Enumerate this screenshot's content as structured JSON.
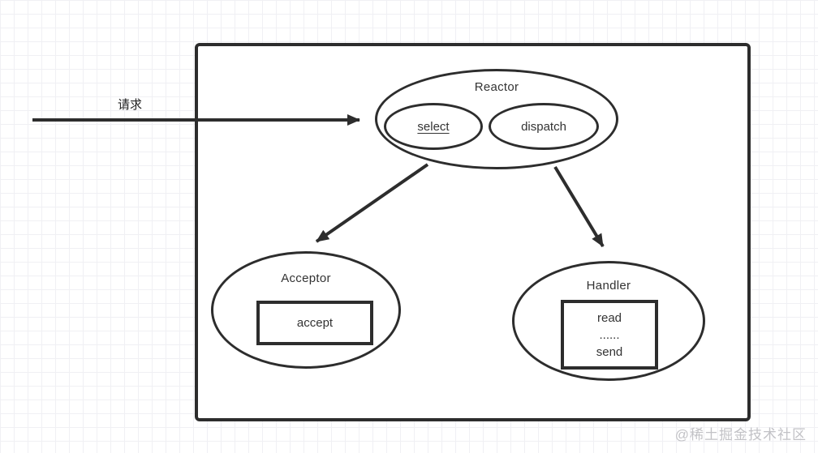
{
  "diagram": {
    "request_label": "请求",
    "reactor": {
      "title": "Reactor",
      "select_label": "select",
      "dispatch_label": "dispatch"
    },
    "acceptor": {
      "title": "Acceptor",
      "box_label": "accept"
    },
    "handler": {
      "title": "Handler",
      "box_line1": "read",
      "box_line2": "......",
      "box_line3": "send"
    }
  },
  "watermark": {
    "text": "@稀土掘金技术社区"
  },
  "colors": {
    "stroke": "#2d2d2d",
    "text": "#333333",
    "watermark": "#c2c2c6",
    "grid_line": "#f0f0f4",
    "background": "#ffffff"
  }
}
